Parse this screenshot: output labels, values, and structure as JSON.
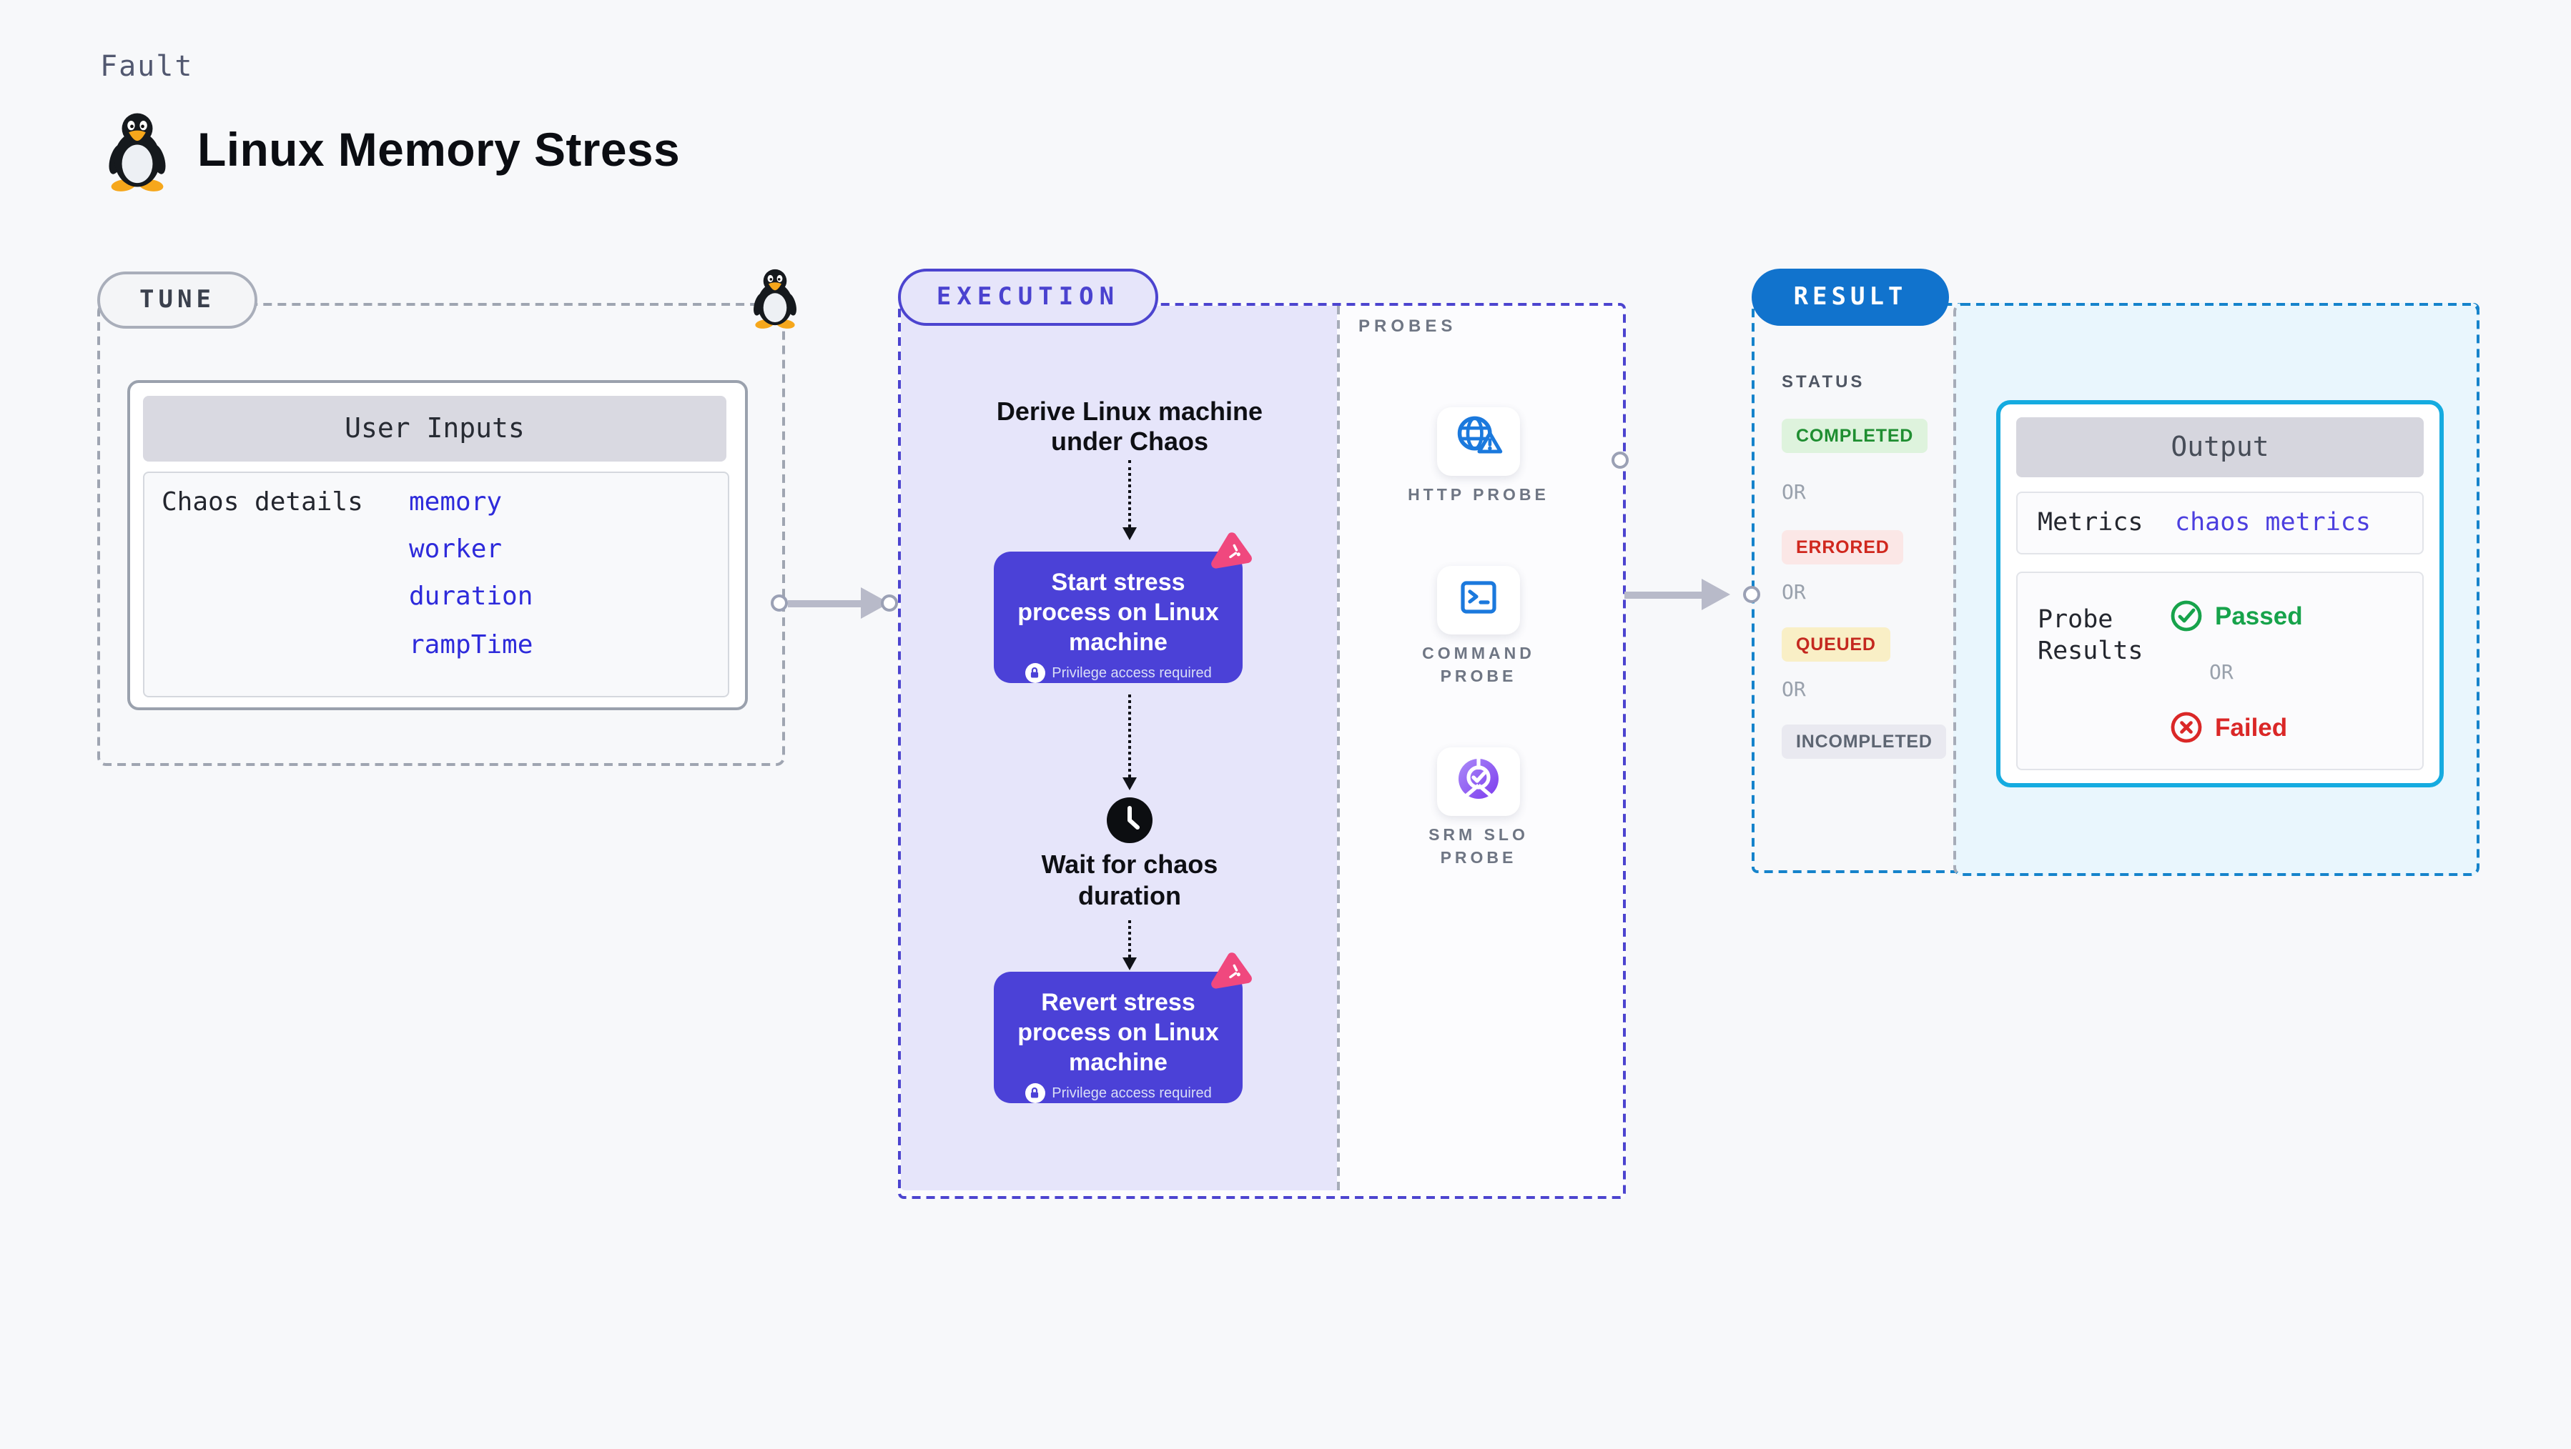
{
  "header": {
    "category": "Fault",
    "title": "Linux Memory Stress"
  },
  "tune": {
    "pill": "TUNE",
    "card_header": "User Inputs",
    "row_label": "Chaos details",
    "inputs": [
      "memory",
      "worker",
      "duration",
      "rampTime"
    ]
  },
  "execution": {
    "pill": "EXECUTION",
    "derive_step": "Derive Linux machine under Chaos",
    "start_step": "Start stress process on Linux machine",
    "wait_step": "Wait for chaos duration",
    "revert_step": "Revert stress process on Linux machine",
    "privilege_note": "Privilege access required"
  },
  "probes": {
    "heading": "PROBES",
    "items": [
      {
        "label": "HTTP PROBE",
        "icon": "globe-warning-icon"
      },
      {
        "label": "COMMAND PROBE",
        "icon": "terminal-icon"
      },
      {
        "label": "SRM SLO PROBE",
        "icon": "slo-pie-check-icon"
      }
    ]
  },
  "result": {
    "pill": "RESULT",
    "status_heading": "STATUS",
    "or": "OR",
    "statuses": [
      {
        "label": "COMPLETED",
        "bg": "#def3dd",
        "color": "#1f8e31"
      },
      {
        "label": "ERRORED",
        "bg": "#fbe7e6",
        "color": "#d0281e"
      },
      {
        "label": "QUEUED",
        "bg": "#f9efc6",
        "color": "#c4281f"
      },
      {
        "label": "INCOMPLETED",
        "bg": "#e9e9f0",
        "color": "#5d6572"
      }
    ],
    "output": {
      "header": "Output",
      "metrics_label": "Metrics",
      "metrics_value": "chaos metrics",
      "probe_results_label": "Probe Results",
      "passed_label": "Passed",
      "failed_label": "Failed"
    }
  },
  "colors": {
    "page_bg": "#f7f8fa",
    "execution_accent": "#4c44cf",
    "execution_bg": "#e6e5fa",
    "node_bg": "#4b41d7",
    "tune_dash": "#9fa5b1",
    "result_accent": "#1583cb",
    "result_bg": "#e9f6fd",
    "output_border": "#15abe0",
    "probe_icon_blue": "#1b79dd",
    "value_blue": "#2e2bdb",
    "metrics_purple": "#4c3fdf",
    "passed_green": "#17a34b",
    "failed_red": "#da2727",
    "chaos_pink": "#f0487e",
    "arrow_gray": "#b8bac9"
  }
}
